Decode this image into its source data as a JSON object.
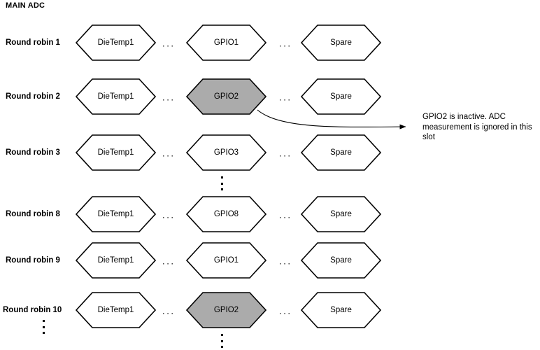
{
  "diagram": {
    "title": "MAIN ADC",
    "type": "round-robin-slot-sequence",
    "hex_fill_default": "#ffffff",
    "hex_fill_inactive": "#ababab",
    "hex_stroke": "#000000",
    "background": "#ffffff",
    "horizontal_ellipsis": "...",
    "rows": [
      {
        "label": "Round robin 1",
        "cells": [
          {
            "text": "DieTemp1",
            "state": "active"
          },
          {
            "text": "GPIO1",
            "state": "active"
          },
          {
            "text": "Spare",
            "state": "active"
          }
        ]
      },
      {
        "label": "Round robin 2",
        "cells": [
          {
            "text": "DieTemp1",
            "state": "active"
          },
          {
            "text": "GPIO2",
            "state": "inactive"
          },
          {
            "text": "Spare",
            "state": "active"
          }
        ]
      },
      {
        "label": "Round robin 3",
        "cells": [
          {
            "text": "DieTemp1",
            "state": "active"
          },
          {
            "text": "GPIO3",
            "state": "active"
          },
          {
            "text": "Spare",
            "state": "active"
          }
        ]
      },
      {
        "label": "Round robin 8",
        "cells": [
          {
            "text": "DieTemp1",
            "state": "active"
          },
          {
            "text": "GPIO8",
            "state": "active"
          },
          {
            "text": "Spare",
            "state": "active"
          }
        ]
      },
      {
        "label": "Round robin 9",
        "cells": [
          {
            "text": "DieTemp1",
            "state": "active"
          },
          {
            "text": "GPIO1",
            "state": "active"
          },
          {
            "text": "Spare",
            "state": "active"
          }
        ]
      },
      {
        "label": "Round robin 10",
        "cells": [
          {
            "text": "DieTemp1",
            "state": "active"
          },
          {
            "text": "GPIO2",
            "state": "inactive"
          },
          {
            "text": "Spare",
            "state": "active"
          }
        ]
      }
    ],
    "annotation": {
      "text": "GPIO2 is inactive.  ADC measurement is ignored in this slot",
      "points_to": "Round robin 2 / GPIO2"
    }
  }
}
